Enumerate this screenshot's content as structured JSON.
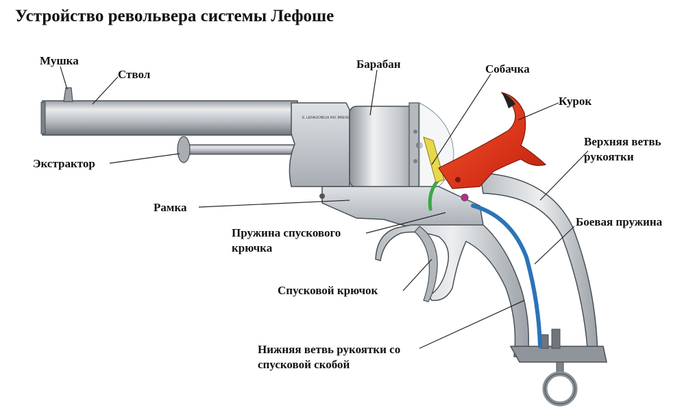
{
  "title": "Устройство револьвера системы Лефоше",
  "stamp": "E. LEFAUCHEUX INV. BREVETE",
  "labels": {
    "mushka": "Мушка",
    "stvol": "Ствол",
    "baraban": "Барабан",
    "sobachka": "Собачка",
    "kurok": "Курок",
    "verkh_line1": "Верхняя ветвь",
    "verkh_line2": "рукоятки",
    "ekstraktor": "Экстрактор",
    "ramka": "Рамка",
    "pruzhina_line1": "Пружина спускового",
    "pruzhina_line2": "крючка",
    "boevaya": "Боевая пружина",
    "spuskovoy": "Спусковой крючок",
    "nizh_line1": "Нижняя ветвь рукоятки со",
    "nizh_line2": "спусковой скобой"
  },
  "colors": {
    "steel": "#c9ccd0",
    "hammer": "#e0431f",
    "mainspring": "#2a74b8",
    "pawl": "#e8d84a",
    "trigger_spring": "#39a845"
  }
}
